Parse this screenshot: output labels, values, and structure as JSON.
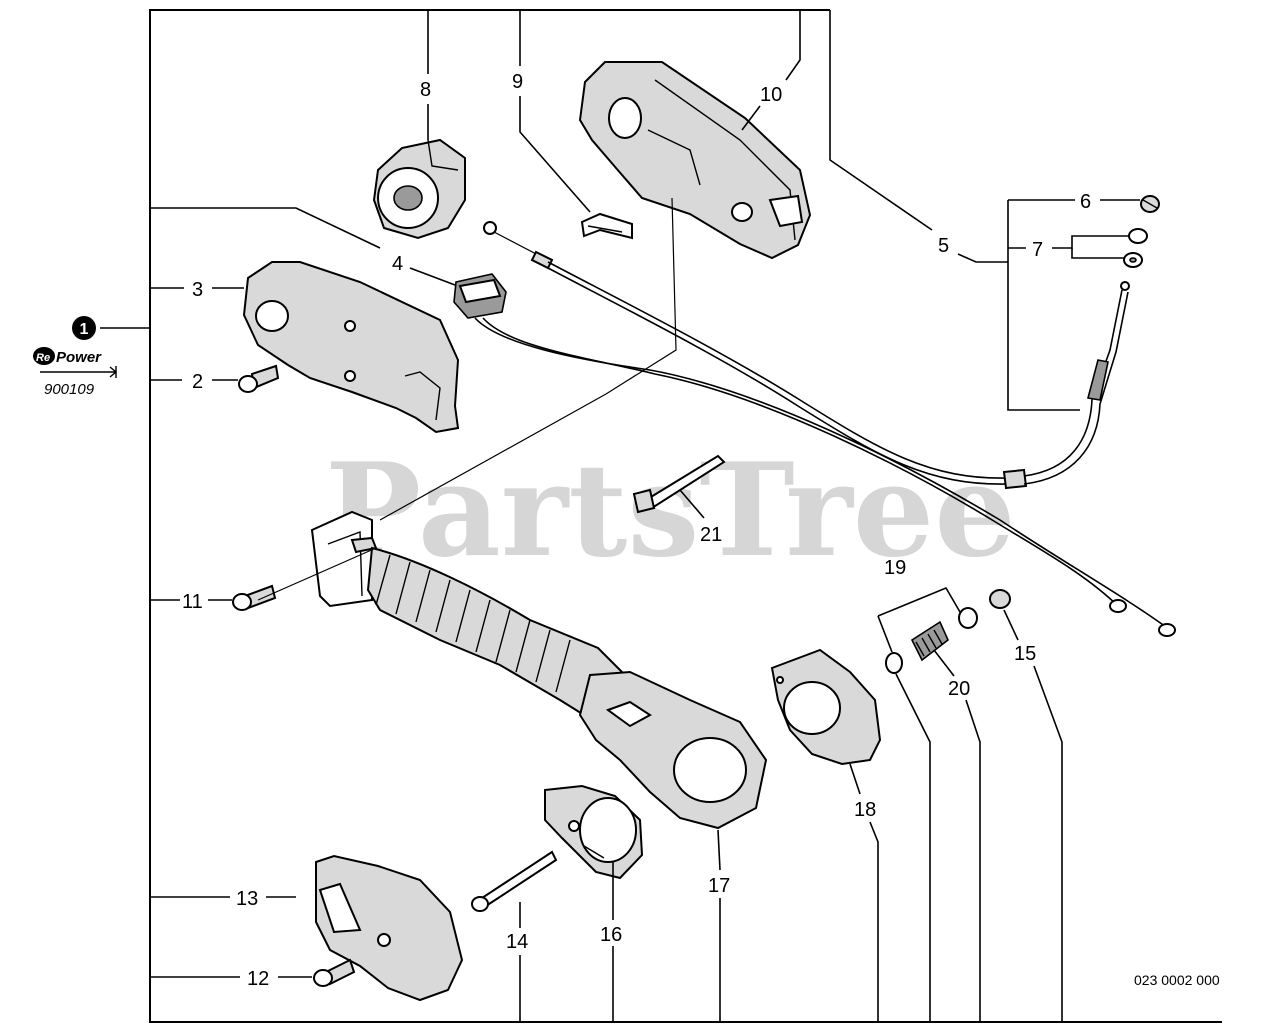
{
  "watermark": "PartsTree",
  "diagram_code": "023 0002 000",
  "badge": {
    "number": "1",
    "brand_re": "Re",
    "brand_power": "Power",
    "part_no": "900109"
  },
  "callouts": {
    "c2": "2",
    "c3": "3",
    "c4": "4",
    "c5": "5",
    "c6": "6",
    "c7": "7",
    "c8": "8",
    "c9": "9",
    "c10": "10",
    "c11": "11",
    "c12": "12",
    "c13": "13",
    "c14": "14",
    "c15": "15",
    "c16": "16",
    "c17": "17",
    "c18": "18",
    "c19": "19",
    "c20": "20",
    "c21": "21"
  }
}
